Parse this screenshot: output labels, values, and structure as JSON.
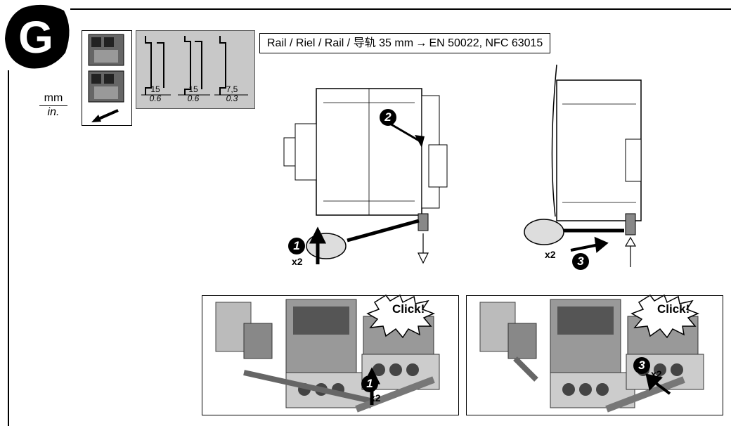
{
  "section": {
    "letter": "G"
  },
  "units": {
    "metric": "mm",
    "imperial": "in."
  },
  "rail_caption": "Rail / Riel / Rail / 导轨 35 mm → EN 50022, NFC 63015",
  "rail_profiles": [
    {
      "mm": "15",
      "in": "0.6"
    },
    {
      "mm": "15",
      "in": "0.6"
    },
    {
      "mm": "7,5",
      "in": "0.3"
    }
  ],
  "steps": {
    "one": "1",
    "two": "2",
    "three": "3",
    "multiplier": "x2",
    "click_label": "Click!"
  },
  "icons": [
    "screwdriver-icon",
    "arrow-up-icon",
    "arrow-down-icon",
    "arrow-right-icon",
    "arrow-diagonal-icon",
    "starburst-icon"
  ]
}
